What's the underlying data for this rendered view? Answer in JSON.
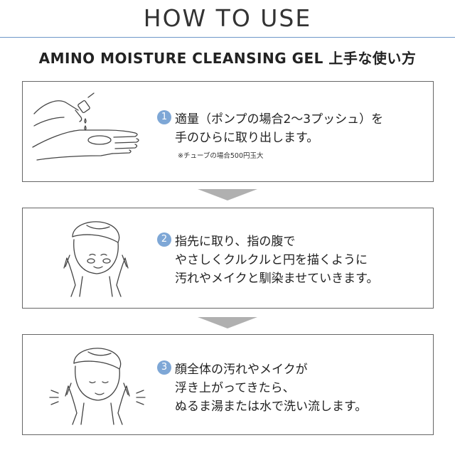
{
  "header": {
    "title": "HOW TO USE",
    "subtitle": "AMINO MOISTURE CLEANSING GEL 上手な使い方"
  },
  "steps": [
    {
      "number": "1",
      "line1": "適量（ポンプの場合2～3プッシュ）を",
      "line2": "手のひらに取り出します。",
      "note": "※チューブの場合500円玉大",
      "icon": "hand-pump-icon"
    },
    {
      "number": "2",
      "line1": "指先に取り、指の腹で",
      "line2": "やさしくクルクルと円を描くように",
      "line3": "汚れやメイクと馴染ませていきます。",
      "icon": "face-massage-icon"
    },
    {
      "number": "3",
      "line1": "顔全体の汚れやメイクが",
      "line2": "浮き上がってきたら、",
      "line3": "ぬるま湯または水で洗い流します。",
      "icon": "face-rinse-icon"
    }
  ],
  "colors": {
    "accent": "#7ea7d6",
    "rule": "#6e97c8",
    "arrow": "#b0b0b0",
    "border": "#666666"
  }
}
